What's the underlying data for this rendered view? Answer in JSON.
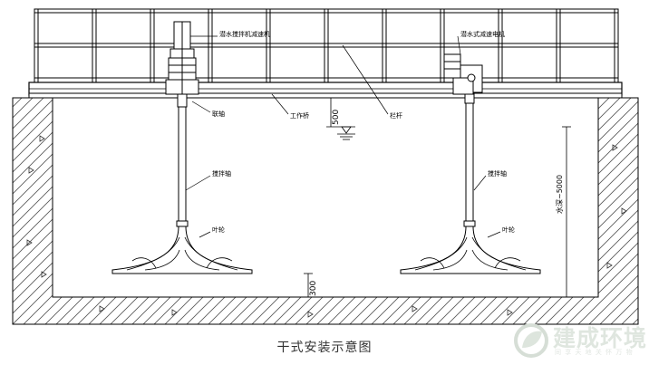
{
  "caption": "干式安装示意图",
  "labels": {
    "left_motor": "潜水搅拌机减速机",
    "right_motor": "潜水式减速电机",
    "coupling": "联轴",
    "walkway": "工作桥",
    "guardrail": "栏杆",
    "left_shaft": "搅拌轴",
    "right_shaft": "搅拌轴",
    "left_impeller": "叶轮",
    "right_impeller": "叶轮"
  },
  "dimensions": {
    "top_gap": "500",
    "bottom_gap": "300",
    "depth": "水深~5000"
  },
  "logo": {
    "name": "建成环境",
    "slogan": "同 享 天 地   关 怀 万 物"
  }
}
